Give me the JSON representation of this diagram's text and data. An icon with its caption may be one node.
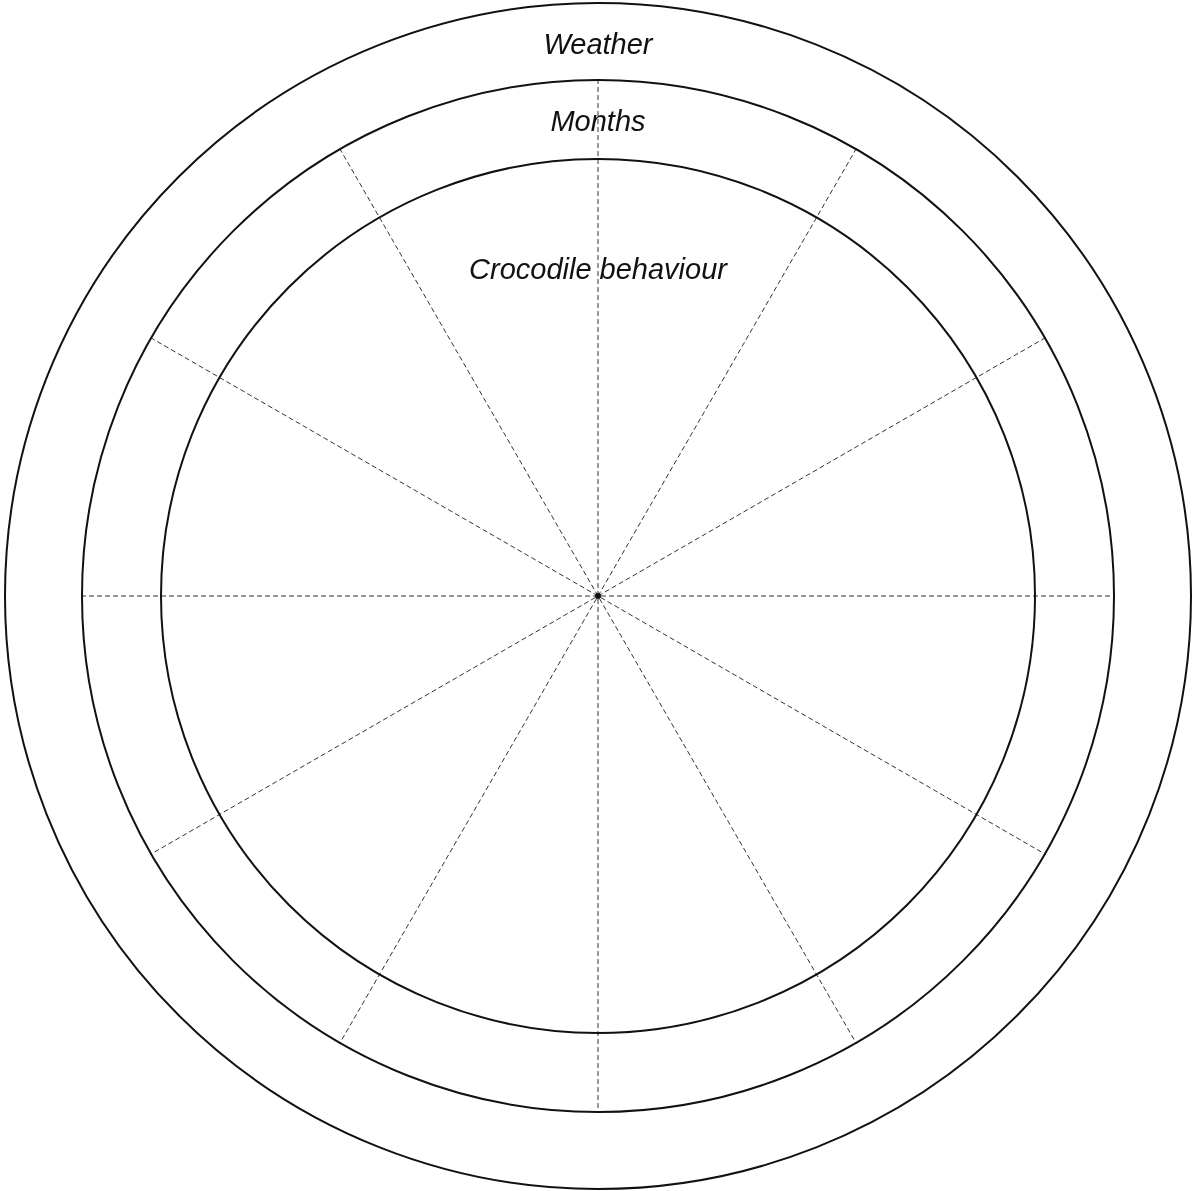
{
  "diagram": {
    "nodes": [
      {
        "text": [
          "Weather"
        ]
      },
      {
        "text": [
          "Months"
        ],
        "in": 0
      },
      {
        "text": [
          "Crocodile behaviour"
        ],
        "in": 1
      }
    ]
  }
}
